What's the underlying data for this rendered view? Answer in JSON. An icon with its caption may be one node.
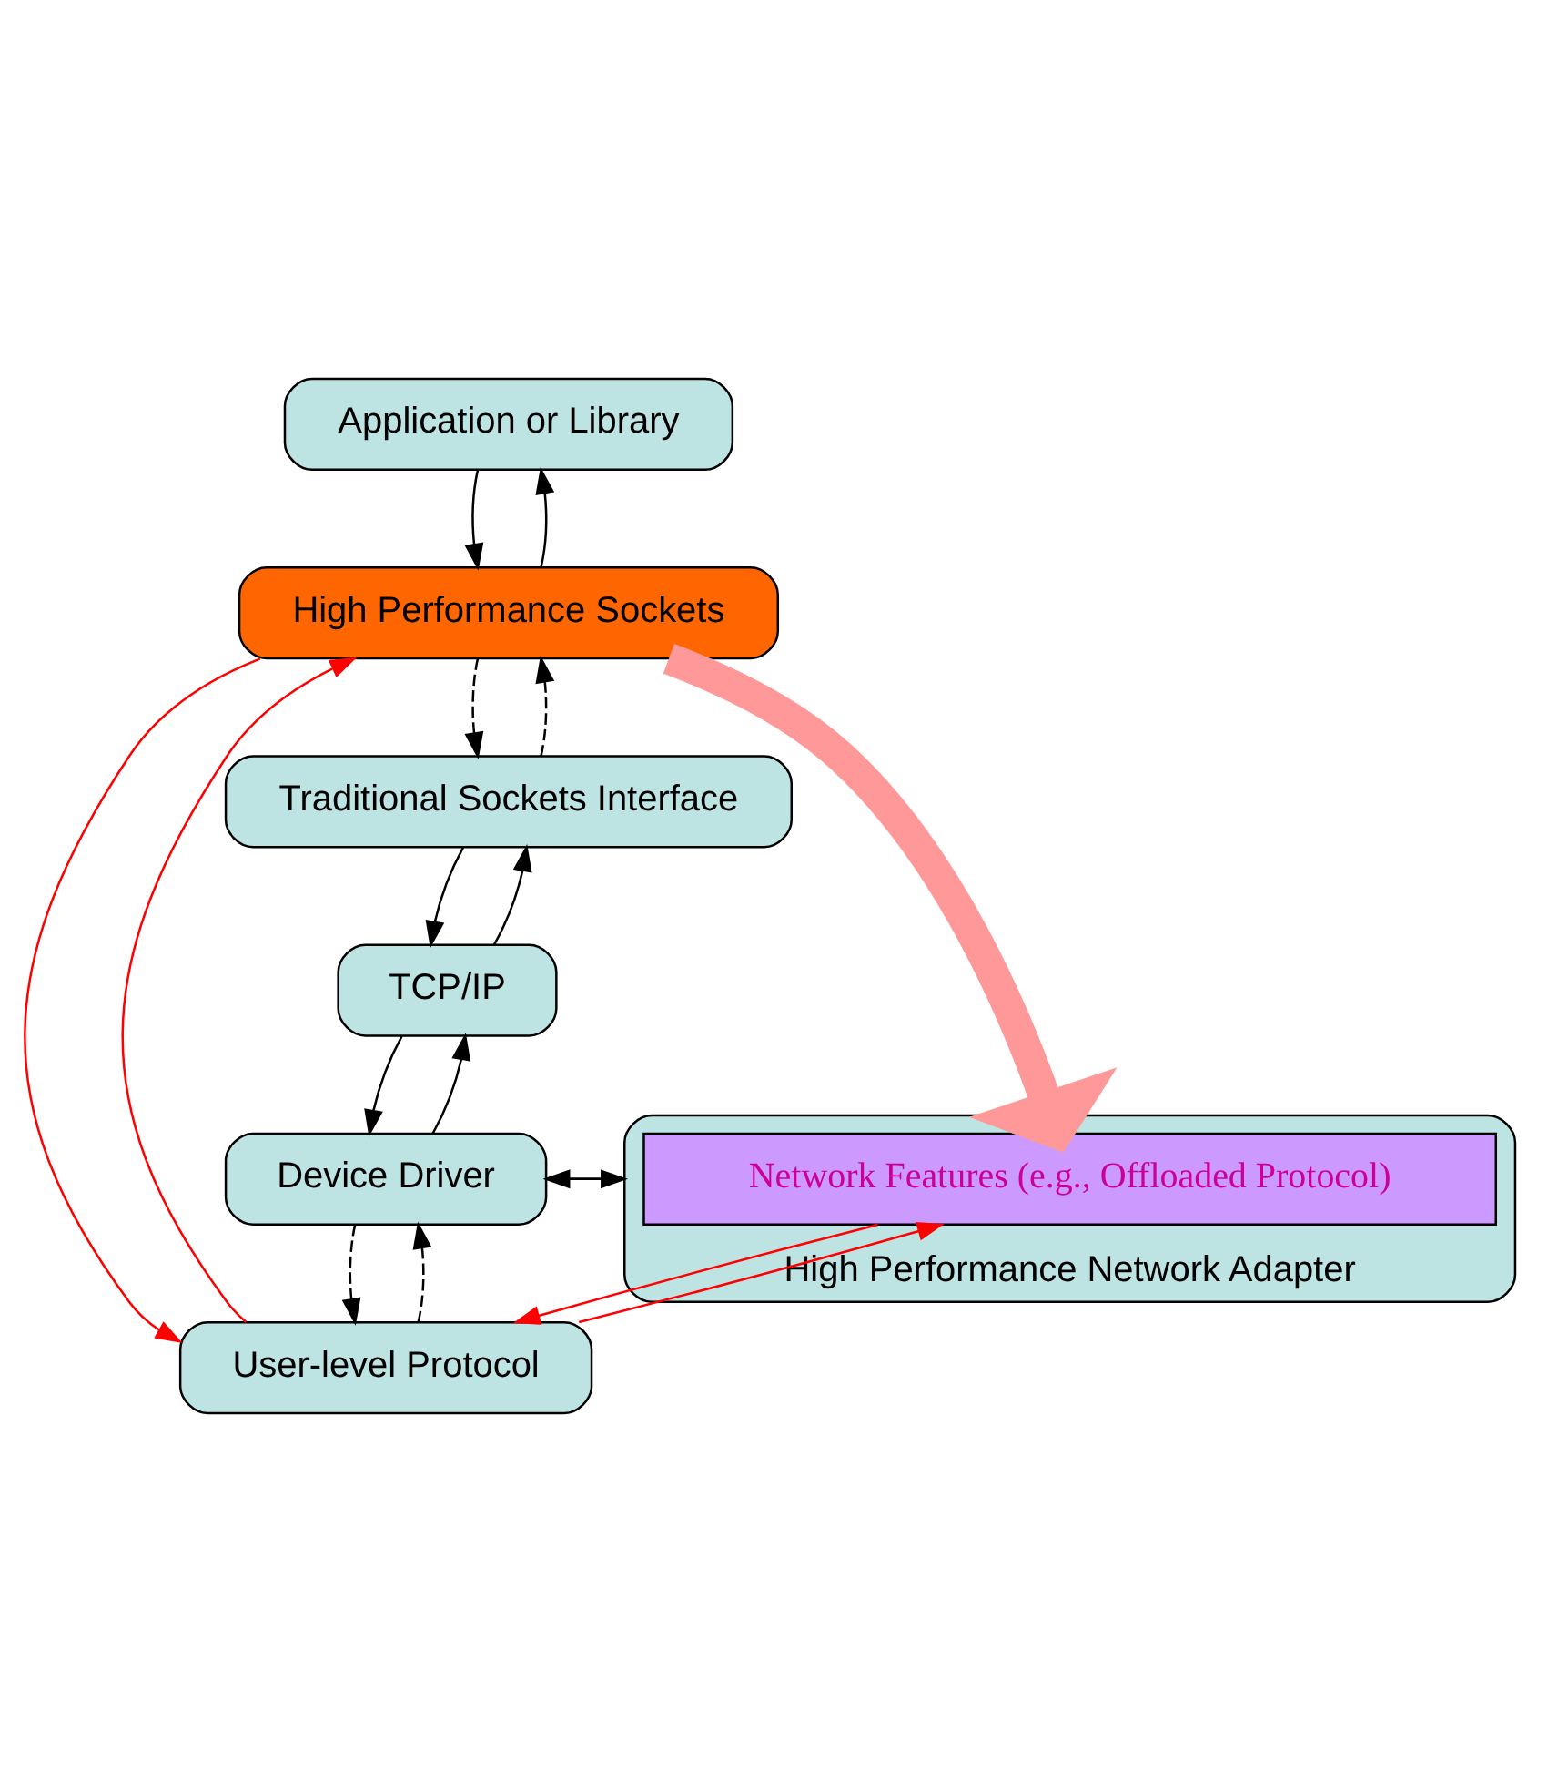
{
  "diagram": {
    "nodes": [
      {
        "text": [
          "Application or Library"
        ]
      },
      {
        "text": [
          "High Performance Sockets"
        ]
      },
      {
        "text": [
          "User-level Protocol"
        ]
      },
      {
        "text": [
          "Traditional Sockets Interface"
        ]
      },
      {
        "text": [
          "TCP/IP"
        ]
      },
      {
        "text": [
          "Device Driver"
        ]
      },
      {
        "text": [
          "High Performance Network Adapter"
        ]
      },
      {
        "text": [
          "Network Features (e.g., Offloaded Protocol)"
        ],
        "in": 6
      }
    ],
    "edges": [
      {
        "from": 0,
        "to": 1,
        "arrow": "to"
      },
      {
        "from": 1,
        "to": 0,
        "arrow": "to"
      },
      {
        "from": 1,
        "to": 3,
        "arrow": "to",
        "style": "dashed"
      },
      {
        "from": 3,
        "to": 1,
        "arrow": "to",
        "style": "dashed"
      },
      {
        "from": 3,
        "to": 4,
        "arrow": "to"
      },
      {
        "from": 4,
        "to": 3,
        "arrow": "to"
      },
      {
        "from": 4,
        "to": 5,
        "arrow": "to"
      },
      {
        "from": 5,
        "to": 4,
        "arrow": "to"
      },
      {
        "from": 5,
        "to": 6,
        "arrow": "to"
      },
      {
        "from": 6,
        "to": 5,
        "arrow": "to"
      },
      {
        "from": 2,
        "to": 5,
        "arrow": "to",
        "style": "dashed"
      },
      {
        "from": 5,
        "to": 2,
        "arrow": "to",
        "style": "dashed"
      },
      {
        "from": 1,
        "to": 7,
        "arrow": "to",
        "style": "thick",
        "color": "#ff9999"
      },
      {
        "from": 1,
        "to": 2,
        "arrow": "to",
        "color": "#ff0000"
      },
      {
        "from": 2,
        "to": 1,
        "arrow": "to",
        "color": "#ff0000"
      },
      {
        "from": 2,
        "to": 7,
        "arrow": "to",
        "color": "#ff0000"
      },
      {
        "from": 7,
        "to": 2,
        "arrow": "to",
        "color": "#ff0000"
      }
    ]
  }
}
